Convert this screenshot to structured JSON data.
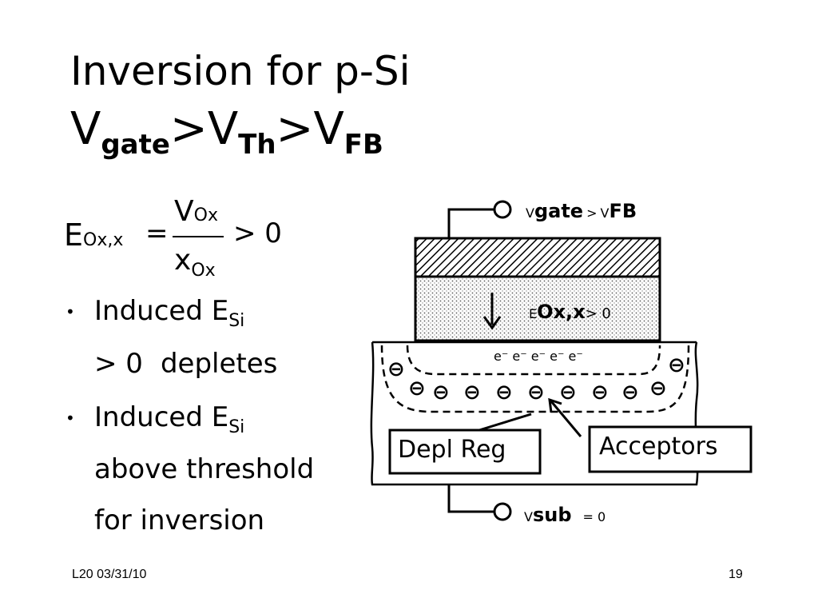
{
  "slide": {
    "title_line1": "Inversion for p-Si",
    "title_v1": "V",
    "title_gate": "gate",
    "title_gt1": ">V",
    "title_th": "Th",
    "title_gt2": ">V",
    "title_fb": "FB"
  },
  "formula": {
    "lhs_E": "E",
    "lhs_sub": "Ox,x",
    "equals": "=",
    "num_V": "V",
    "num_sub": "Ox",
    "den_x": "x",
    "den_sub": "Ox",
    "rhs": "> 0"
  },
  "bullets": {
    "b1_line1": "Induced E",
    "b1_sub": "Si",
    "b1_line2_cmp": "> 0",
    "b1_line2_text": "depletes",
    "b2_line1": "Induced E",
    "b2_sub": "Si",
    "b2_line2": "above threshold",
    "b2_line3": "for  inversion",
    "bullet_glyph": "•"
  },
  "diagram": {
    "gate_V": "V",
    "gate_sub": "gate",
    "gate_cmp": ">",
    "gate_V2": "V",
    "gate_fb": "FB",
    "field_E": "E",
    "field_sub": "Ox,x",
    "field_cmp": "> 0",
    "electrons": "e⁻ e⁻ e⁻ e⁻ e⁻",
    "minus_glyph": "⊖",
    "depl_label": "Depl Reg",
    "acceptors_label": "Acceptors",
    "sub_V": "V",
    "sub_sub": "sub",
    "sub_eq": "= 0"
  },
  "footer": {
    "left": "L20 03/31/10",
    "right": "19"
  }
}
